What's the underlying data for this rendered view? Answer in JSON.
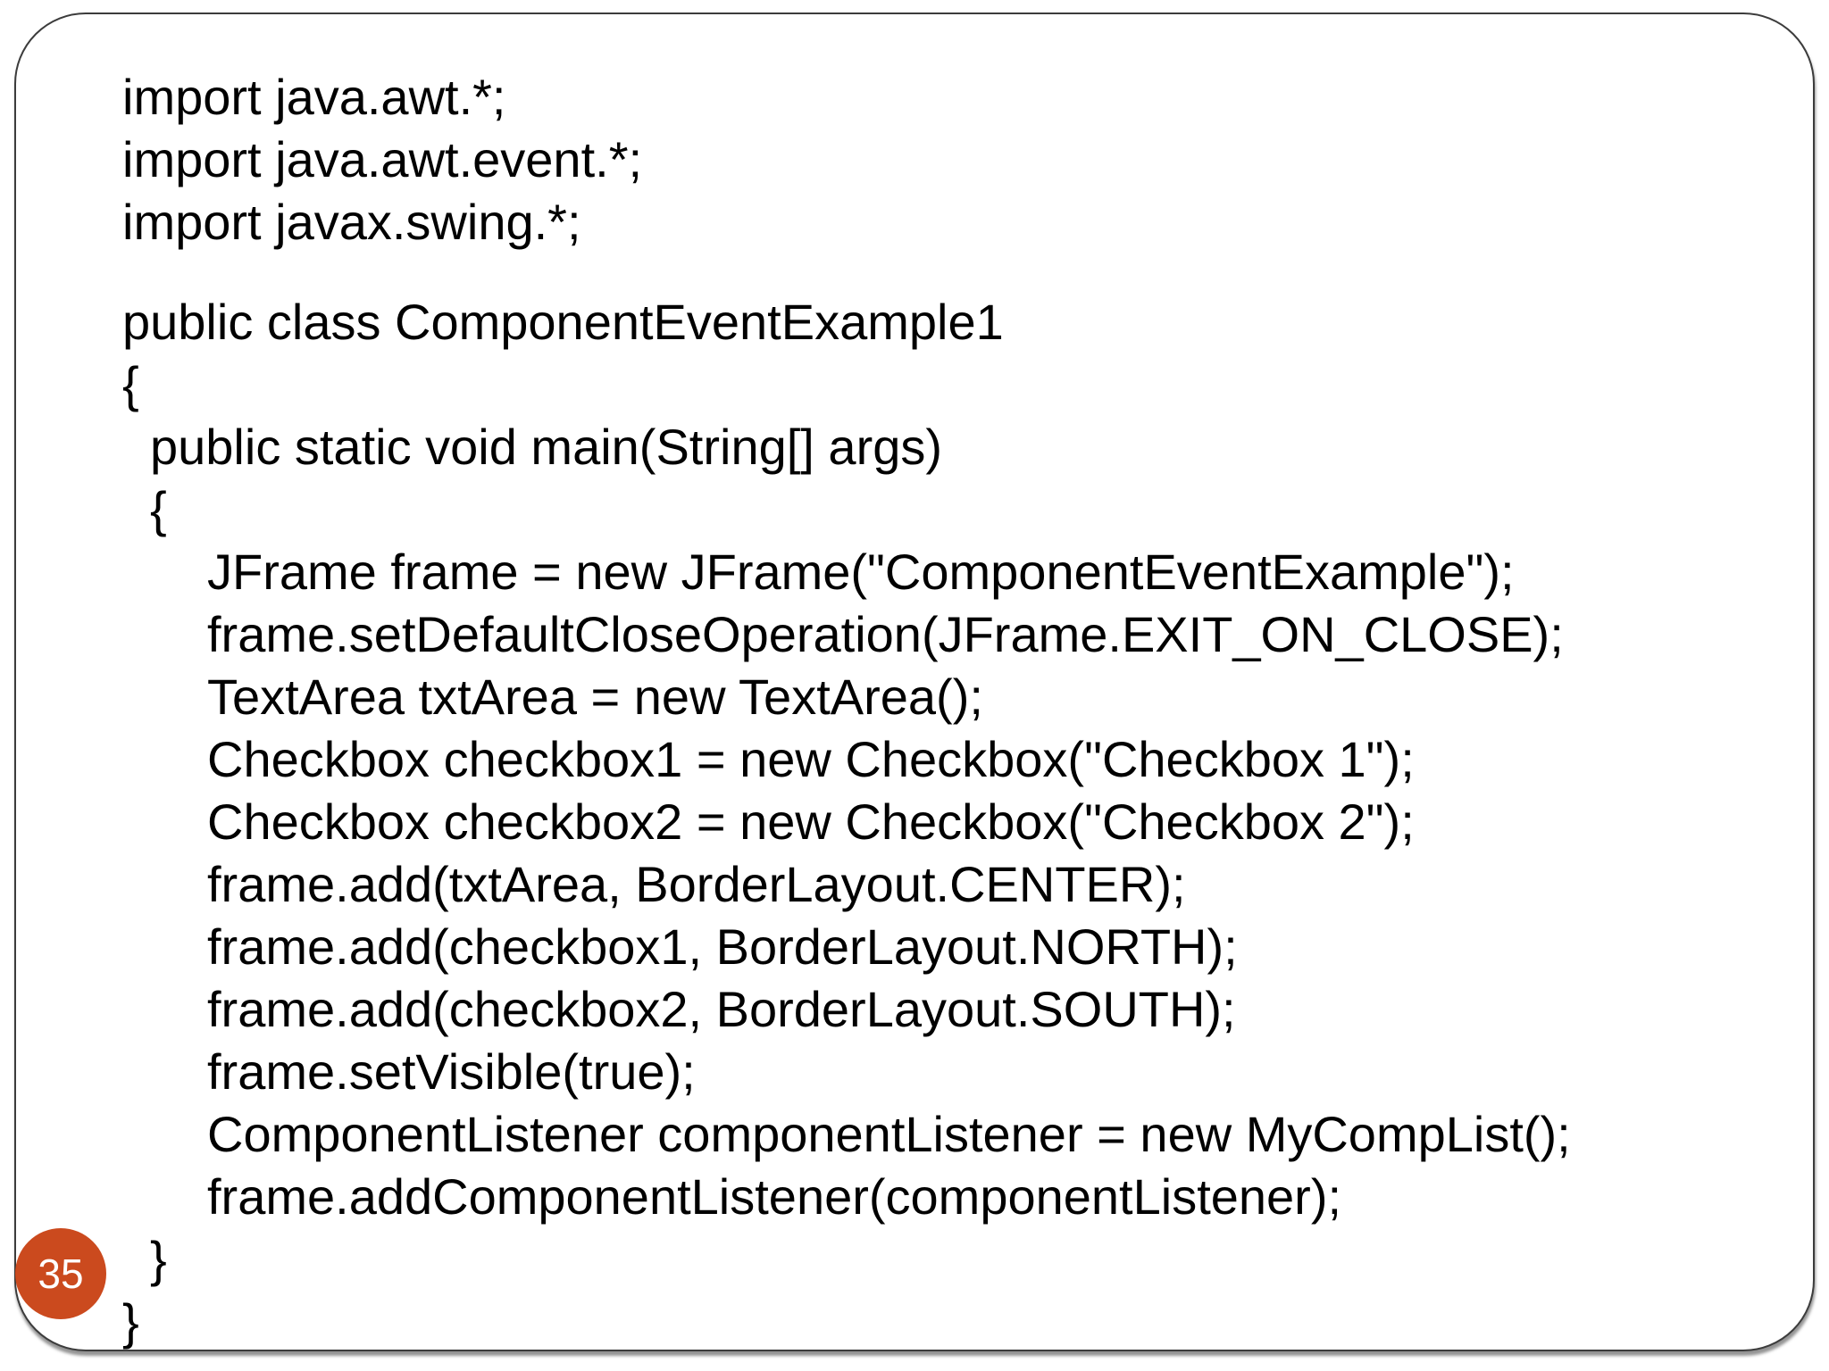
{
  "slide": {
    "page_number": "35"
  },
  "colors": {
    "badge_background": "#cb4a1e",
    "badge_text": "#ffffff",
    "border": "#3c3c3c",
    "code_text": "#000000",
    "background": "#ffffff"
  },
  "code": {
    "language": "java",
    "lines": [
      {
        "indent": 0,
        "text": "import java.awt.*;"
      },
      {
        "indent": 0,
        "text": "import java.awt.event.*;"
      },
      {
        "indent": 0,
        "text": "import javax.swing.*;"
      },
      {
        "indent": 0,
        "text": "public class ComponentEventExample1"
      },
      {
        "indent": 0,
        "text": "{"
      },
      {
        "indent": 1,
        "text": "public static void main(String[] args)"
      },
      {
        "indent": 1,
        "text": "{"
      },
      {
        "indent": 2,
        "text": "JFrame frame = new JFrame(\"ComponentEventExample\");"
      },
      {
        "indent": 2,
        "text": "frame.setDefaultCloseOperation(JFrame.EXIT_ON_CLOSE);"
      },
      {
        "indent": 2,
        "text": "TextArea txtArea = new TextArea();"
      },
      {
        "indent": 2,
        "text": "Checkbox checkbox1 = new Checkbox(\"Checkbox 1\");"
      },
      {
        "indent": 2,
        "text": "Checkbox checkbox2 = new Checkbox(\"Checkbox 2\");"
      },
      {
        "indent": 2,
        "text": "frame.add(txtArea, BorderLayout.CENTER);"
      },
      {
        "indent": 2,
        "text": "frame.add(checkbox1, BorderLayout.NORTH);"
      },
      {
        "indent": 2,
        "text": "frame.add(checkbox2, BorderLayout.SOUTH);"
      },
      {
        "indent": 2,
        "text": "frame.setVisible(true);"
      },
      {
        "indent": 2,
        "text": "ComponentListener componentListener = new MyCompList();"
      },
      {
        "indent": 2,
        "text": "frame.addComponentListener(componentListener);"
      },
      {
        "indent": 1,
        "text": "}"
      },
      {
        "indent": 0,
        "text": "}"
      }
    ]
  }
}
